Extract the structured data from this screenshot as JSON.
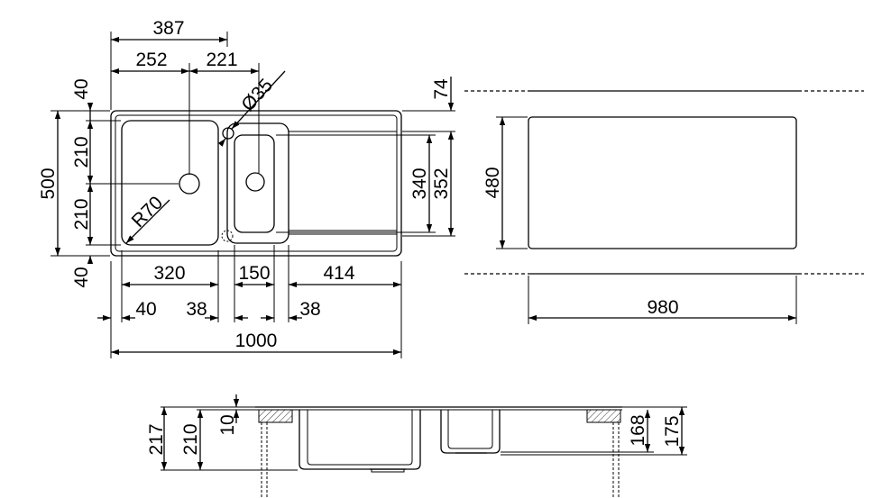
{
  "top_view": {
    "dims": {
      "d387": "387",
      "d252": "252",
      "d221": "221",
      "d35": "Ø35",
      "d40_top": "40",
      "d210_top": "210",
      "d210_bot": "210",
      "d40_bot": "40",
      "d500": "500",
      "r70": "R70",
      "d340": "340",
      "d352": "352",
      "d74": "74",
      "d320": "320",
      "d150": "150",
      "d414": "414",
      "d40_left": "40",
      "d38_a": "38",
      "d38_b": "38",
      "d1000": "1000"
    }
  },
  "cutout_view": {
    "dims": {
      "d480": "480",
      "d980": "980"
    }
  },
  "section_view": {
    "dims": {
      "d217": "217",
      "d210": "210",
      "d10": "10",
      "d168": "168",
      "d175": "175"
    }
  }
}
